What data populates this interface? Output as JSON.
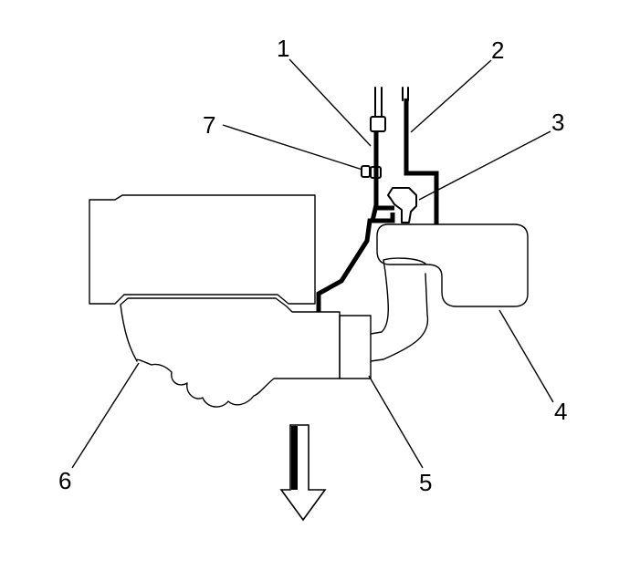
{
  "callouts": [
    {
      "id": "1",
      "label": "1"
    },
    {
      "id": "2",
      "label": "2"
    },
    {
      "id": "3",
      "label": "3"
    },
    {
      "id": "4",
      "label": "4"
    },
    {
      "id": "5",
      "label": "5"
    },
    {
      "id": "6",
      "label": "6"
    },
    {
      "id": "7",
      "label": "7"
    }
  ],
  "direction_arrow": "down-arrow-icon"
}
